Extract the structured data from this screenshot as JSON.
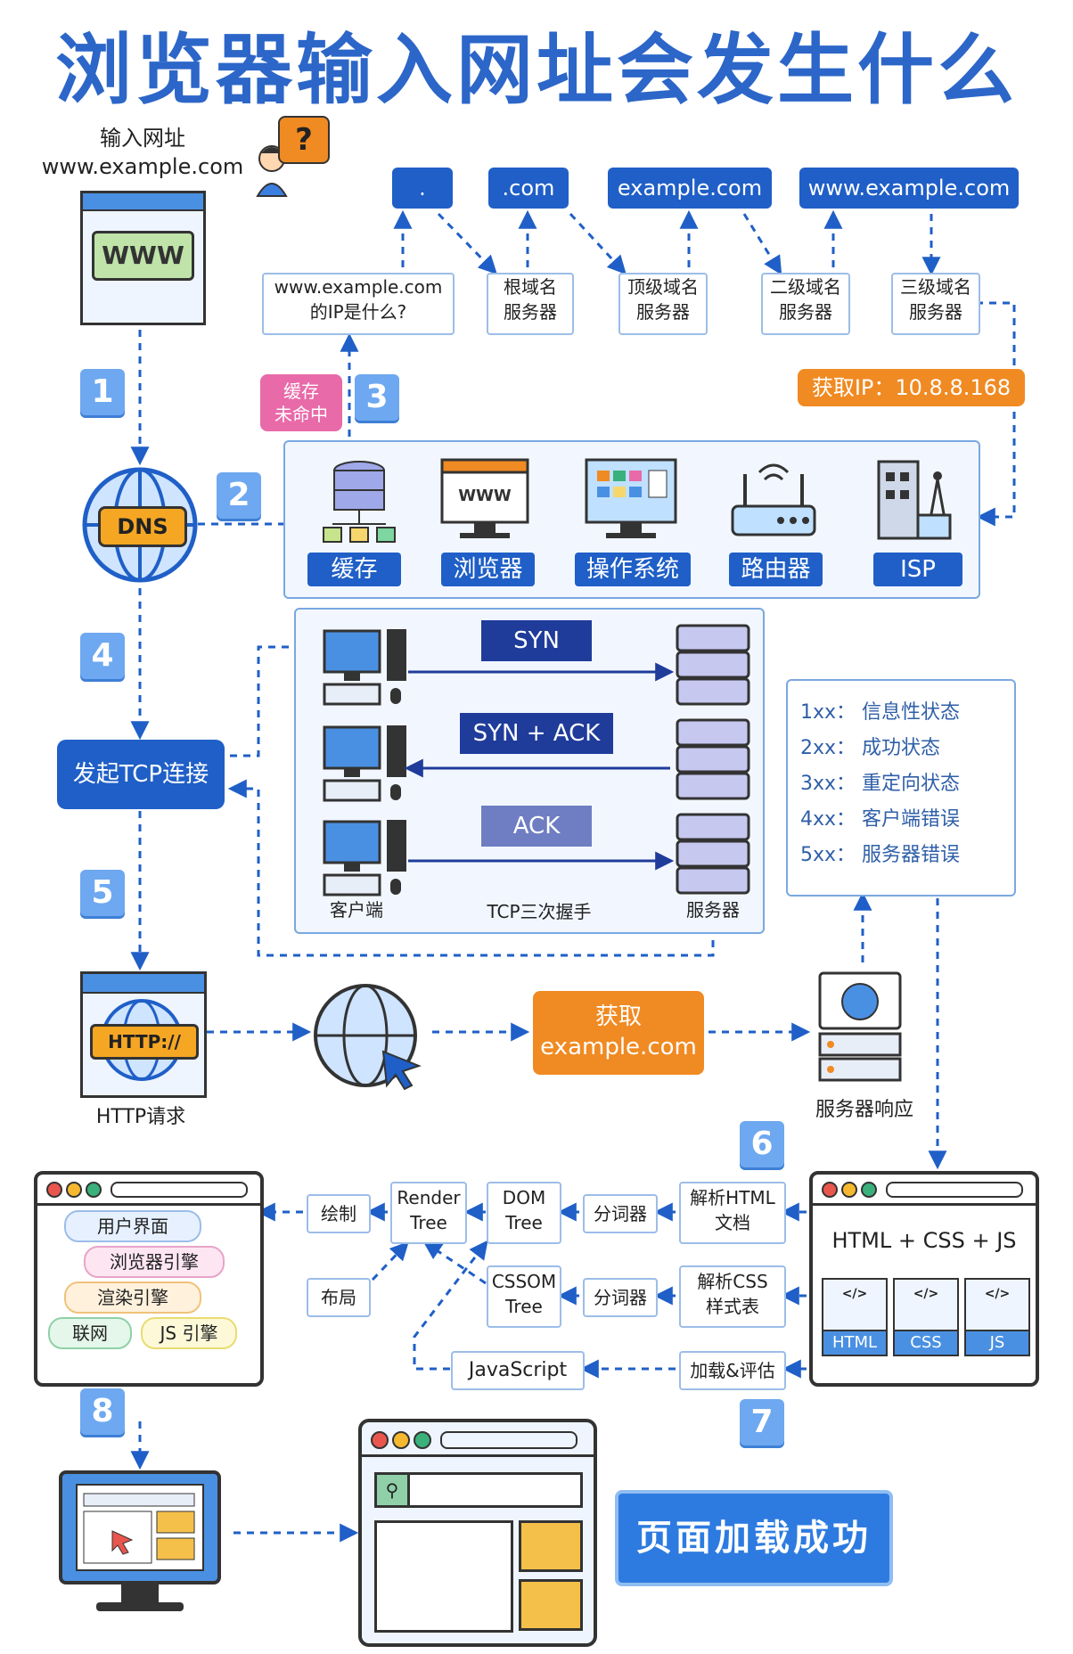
{
  "title": "浏览器输入网址会发生什么",
  "input": {
    "label": "输入网址",
    "url": "www.example.com",
    "screen_text": "WWW",
    "question": "?"
  },
  "domains": [
    ".",
    ".com",
    "example.com",
    "www.example.com"
  ],
  "servers": {
    "question": "www.example.com\n的IP是什么?",
    "root": "根域名\n服务器",
    "tld": "顶级域名\n服务器",
    "second": "二级域名\n服务器",
    "third": "三级域名\n服务器"
  },
  "get_ip": "获取IP：10.8.8.168",
  "cache_miss": "缓存\n未命中",
  "dns_label": "DNS",
  "resolvers": [
    "缓存",
    "浏览器",
    "操作系统",
    "路由器",
    "ISP"
  ],
  "steps": [
    "1",
    "2",
    "3",
    "4",
    "5",
    "6",
    "7",
    "8"
  ],
  "tcp": {
    "start": "发起TCP连接",
    "syn": "SYN",
    "synack": "SYN + ACK",
    "ack": "ACK",
    "client": "客户端",
    "handshake": "TCP三次握手",
    "server": "服务器"
  },
  "status_codes": [
    "1xx：  信息性状态",
    "2xx：  成功状态",
    "3xx：  重定向状态",
    "4xx：  客户端错误",
    "5xx：  服务器错误"
  ],
  "http": {
    "label": "HTTP请求",
    "badge": "HTTP://",
    "fetch": "获取\nexample.com",
    "response": "服务器响应"
  },
  "render": {
    "browser_parts": [
      "用户界面",
      "浏览器引擎",
      "渲染引擎",
      "联网",
      "JS 引擎"
    ],
    "paint": "绘制",
    "layout": "布局",
    "render_tree": "Render\nTree",
    "dom_tree": "DOM\nTree",
    "cssom_tree": "CSSOM\nTree",
    "tokenizer": "分词器",
    "parse_html": "解析HTML\n文档",
    "parse_css": "解析CSS\n样式表",
    "javascript": "JavaScript",
    "load_eval": "加载&评估",
    "bundle": "HTML + CSS + JS",
    "files": [
      "HTML",
      "CSS",
      "JS"
    ]
  },
  "done": "页面加载成功",
  "colors": {
    "primary": "#1f5fc7",
    "accent": "#f08a22",
    "title": "#2c66c8",
    "pink": "#e86aa8"
  }
}
